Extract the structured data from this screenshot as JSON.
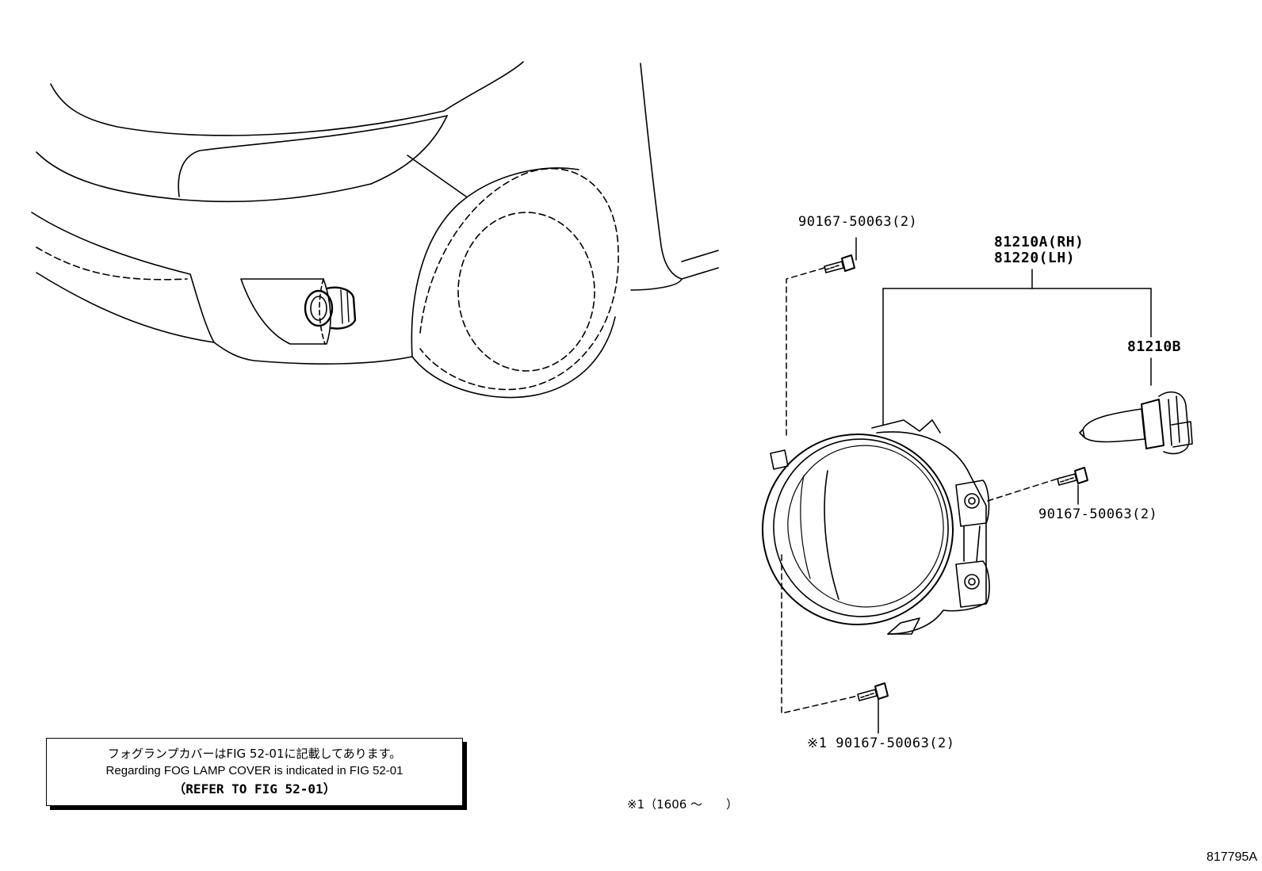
{
  "callouts": {
    "bolt_top": "90167-50063(2)",
    "lamp_rh": "81210A(RH)",
    "lamp_lh": "81220(LH)",
    "bulb": "81210B",
    "bolt_right": "90167-50063(2)",
    "bolt_bottom": "※1 90167-50063(2)"
  },
  "note": {
    "japanese": "フォグランプカバーはFIG 52-01に記載してあります。",
    "english": "Regarding FOG LAMP COVER is indicated in FIG 52-01",
    "reference": "（REFER TO FIG 52-01）"
  },
  "footnote": "※1（1606 ～　　）",
  "figure_id": "817795A"
}
